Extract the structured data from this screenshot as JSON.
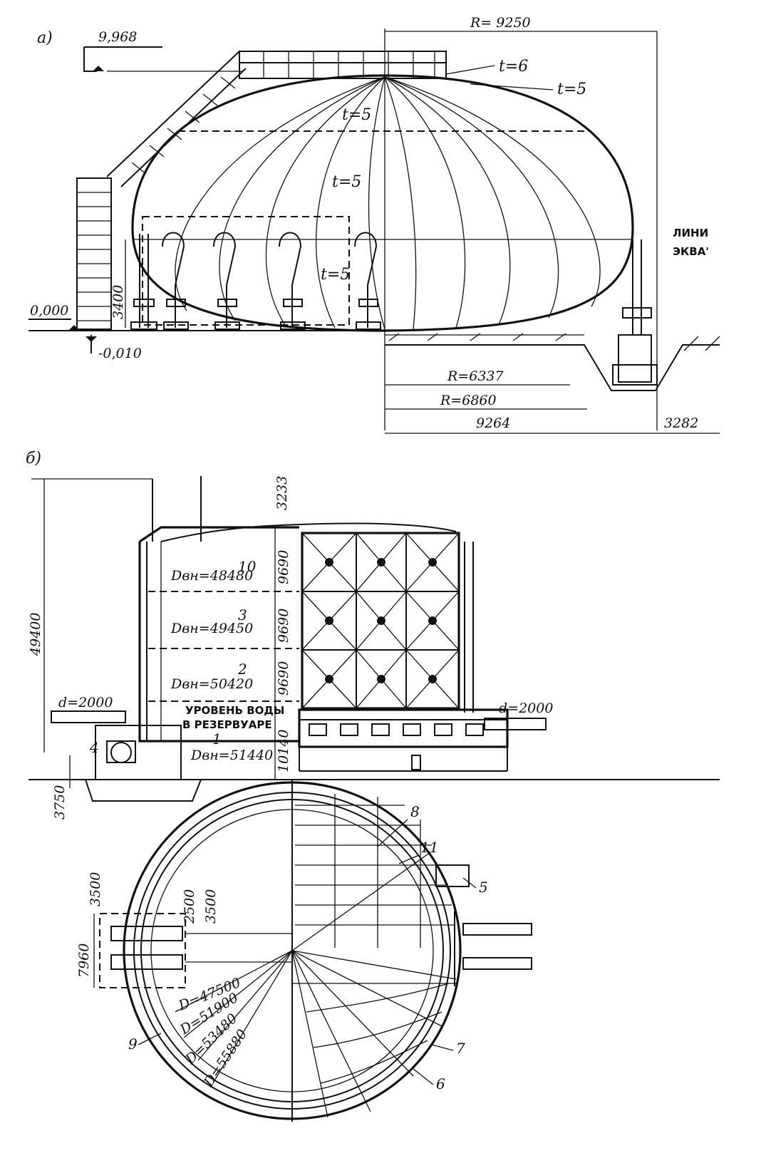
{
  "view_a": {
    "label": "а)",
    "elev_top": "9,968",
    "elev_zero": "0,000",
    "elev_minus": "-0,010",
    "height_3400": "3400",
    "radius_top": "R= 9250",
    "t6": "t=6",
    "t5_right": "t=5",
    "t5_top": "t=5",
    "t5_mid": "t=5",
    "t5_low": "t=5",
    "equator_line1": "ЛИНИ",
    "equator_line2": "ЭКВА'",
    "r6337": "R=6337",
    "r6860": "R=6860",
    "dim9264": "9264",
    "dim3282": "3282"
  },
  "view_b": {
    "label": "б)",
    "height_total": "49400",
    "h3233": "3233",
    "h9690a": "9690",
    "h9690b": "9690",
    "h9690c": "9690",
    "h10140": "10140",
    "h3750": "3750",
    "d_left": "d=2000",
    "d_right": "d=2000",
    "section10_num": "10",
    "section10_d": "Dвн=48480",
    "section3_num": "3",
    "section3_d": "Dвн=49450",
    "section2_num": "2",
    "section2_d": "Dвн=50420",
    "section1_num": "1",
    "section1_d": "Dвн=51440",
    "water_line1": "УРОВЕНЬ ВОДЫ",
    "water_line2": "В РЕЗЕРВУАРЕ",
    "callout4": "4"
  },
  "plan": {
    "d47500": "D=47500",
    "d51900": "D=51900",
    "d53480": "D=53480",
    "d55880": "D=55880",
    "w3500a": "3500",
    "w2500": "2500",
    "w3500b": "3500",
    "w7960": "7960",
    "callout5": "5",
    "callout6": "6",
    "callout7": "7",
    "callout8": "8",
    "callout9": "9",
    "callout11": "11"
  }
}
